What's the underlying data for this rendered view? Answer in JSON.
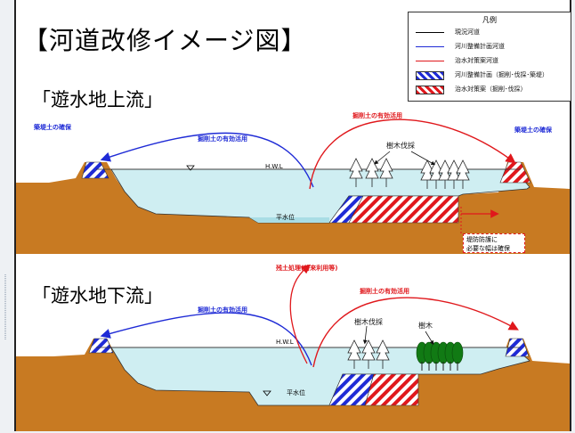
{
  "page_number": "",
  "title": "【河道改修イメージ図】",
  "upstream_label": "「遊水地上流」",
  "downstream_label": "「遊水地下流」",
  "legend": {
    "title": "凡例",
    "items": [
      {
        "label": "現況河道",
        "color": "#000000",
        "kind": "line"
      },
      {
        "label": "河川整備計画河道",
        "color": "#1f2bd6",
        "kind": "line"
      },
      {
        "label": "治水対策案河道",
        "color": "#e0181c",
        "kind": "line"
      },
      {
        "label": "河川整備計画（掘削･伐採･築堤）",
        "color": "#1f2bd6",
        "kind": "hatch"
      },
      {
        "label": "治水対策案（掘削･伐採）",
        "color": "#e0181c",
        "kind": "hatch"
      }
    ]
  },
  "upstream": {
    "levee_left": "築堤土の確保",
    "levee_right": "築堤土の確保",
    "blue_arrow": "掘削土の有効活用",
    "red_arrow": "掘削土の有効活用",
    "tree_cut": "樹木伐採",
    "hwl": "H.W.L",
    "normal_wl": "平水位",
    "callout_l1": "堤防防護に",
    "callout_l2": "必要な幅は確保"
  },
  "downstream": {
    "disposal": "残土処理(将来利用等)",
    "red_arrow": "掘削土の有効活用",
    "blue_arrow": "掘削土の有効活用",
    "tree_cut": "樹木伐採",
    "trees": "樹木",
    "hwl": "H.W.L",
    "normal_wl": "平水位"
  },
  "colors": {
    "ground": "#c87a22",
    "water": "#cfeef2",
    "blue": "#1f2bd6",
    "red": "#e0181c"
  }
}
